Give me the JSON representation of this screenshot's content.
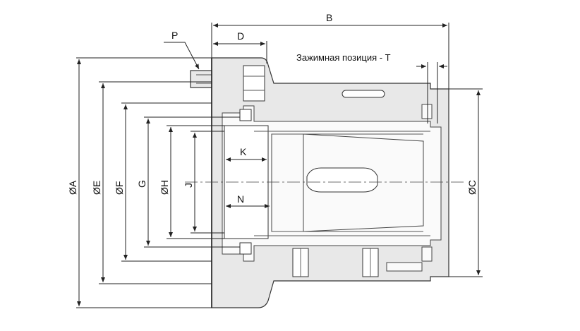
{
  "labels": {
    "B": "B",
    "D": "D",
    "P": "P",
    "clamp_position": "Зажимная позиция - T",
    "K": "K",
    "N": "N",
    "A": "ØA",
    "E": "ØE",
    "F": "ØF",
    "G": "G",
    "H": "ØH",
    "J": "J",
    "C": "ØC"
  }
}
